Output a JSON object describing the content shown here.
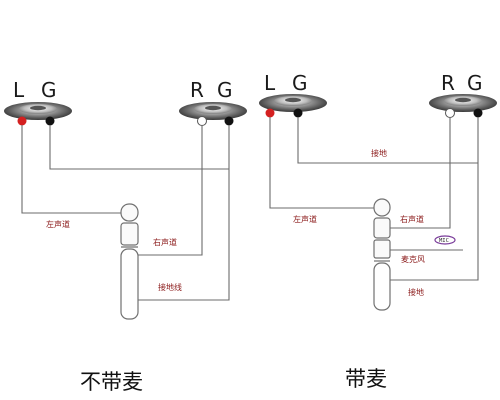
{
  "left_diagram": {
    "letters": [
      "L",
      "G",
      "R",
      "G"
    ],
    "labels": {
      "left_channel": "左声道",
      "right_channel": "右声道",
      "ground": "接地线"
    },
    "caption": "不带麦"
  },
  "right_diagram": {
    "letters": [
      "L",
      "G",
      "R",
      "G"
    ],
    "labels": {
      "ground_top": "接地",
      "left_channel": "左声道",
      "right_channel": "右声道",
      "mic_chip": "MIC",
      "microphone": "麦克风",
      "ground_bottom": "接地"
    },
    "caption": "带麦"
  },
  "colors": {
    "left_dot": "#d42020",
    "right_dot": "#ffffff",
    "ground_dot": "#111111",
    "label": "#8b1a1a",
    "wire": "#6b6b6b",
    "mic_ring": "#7a3c9a"
  }
}
